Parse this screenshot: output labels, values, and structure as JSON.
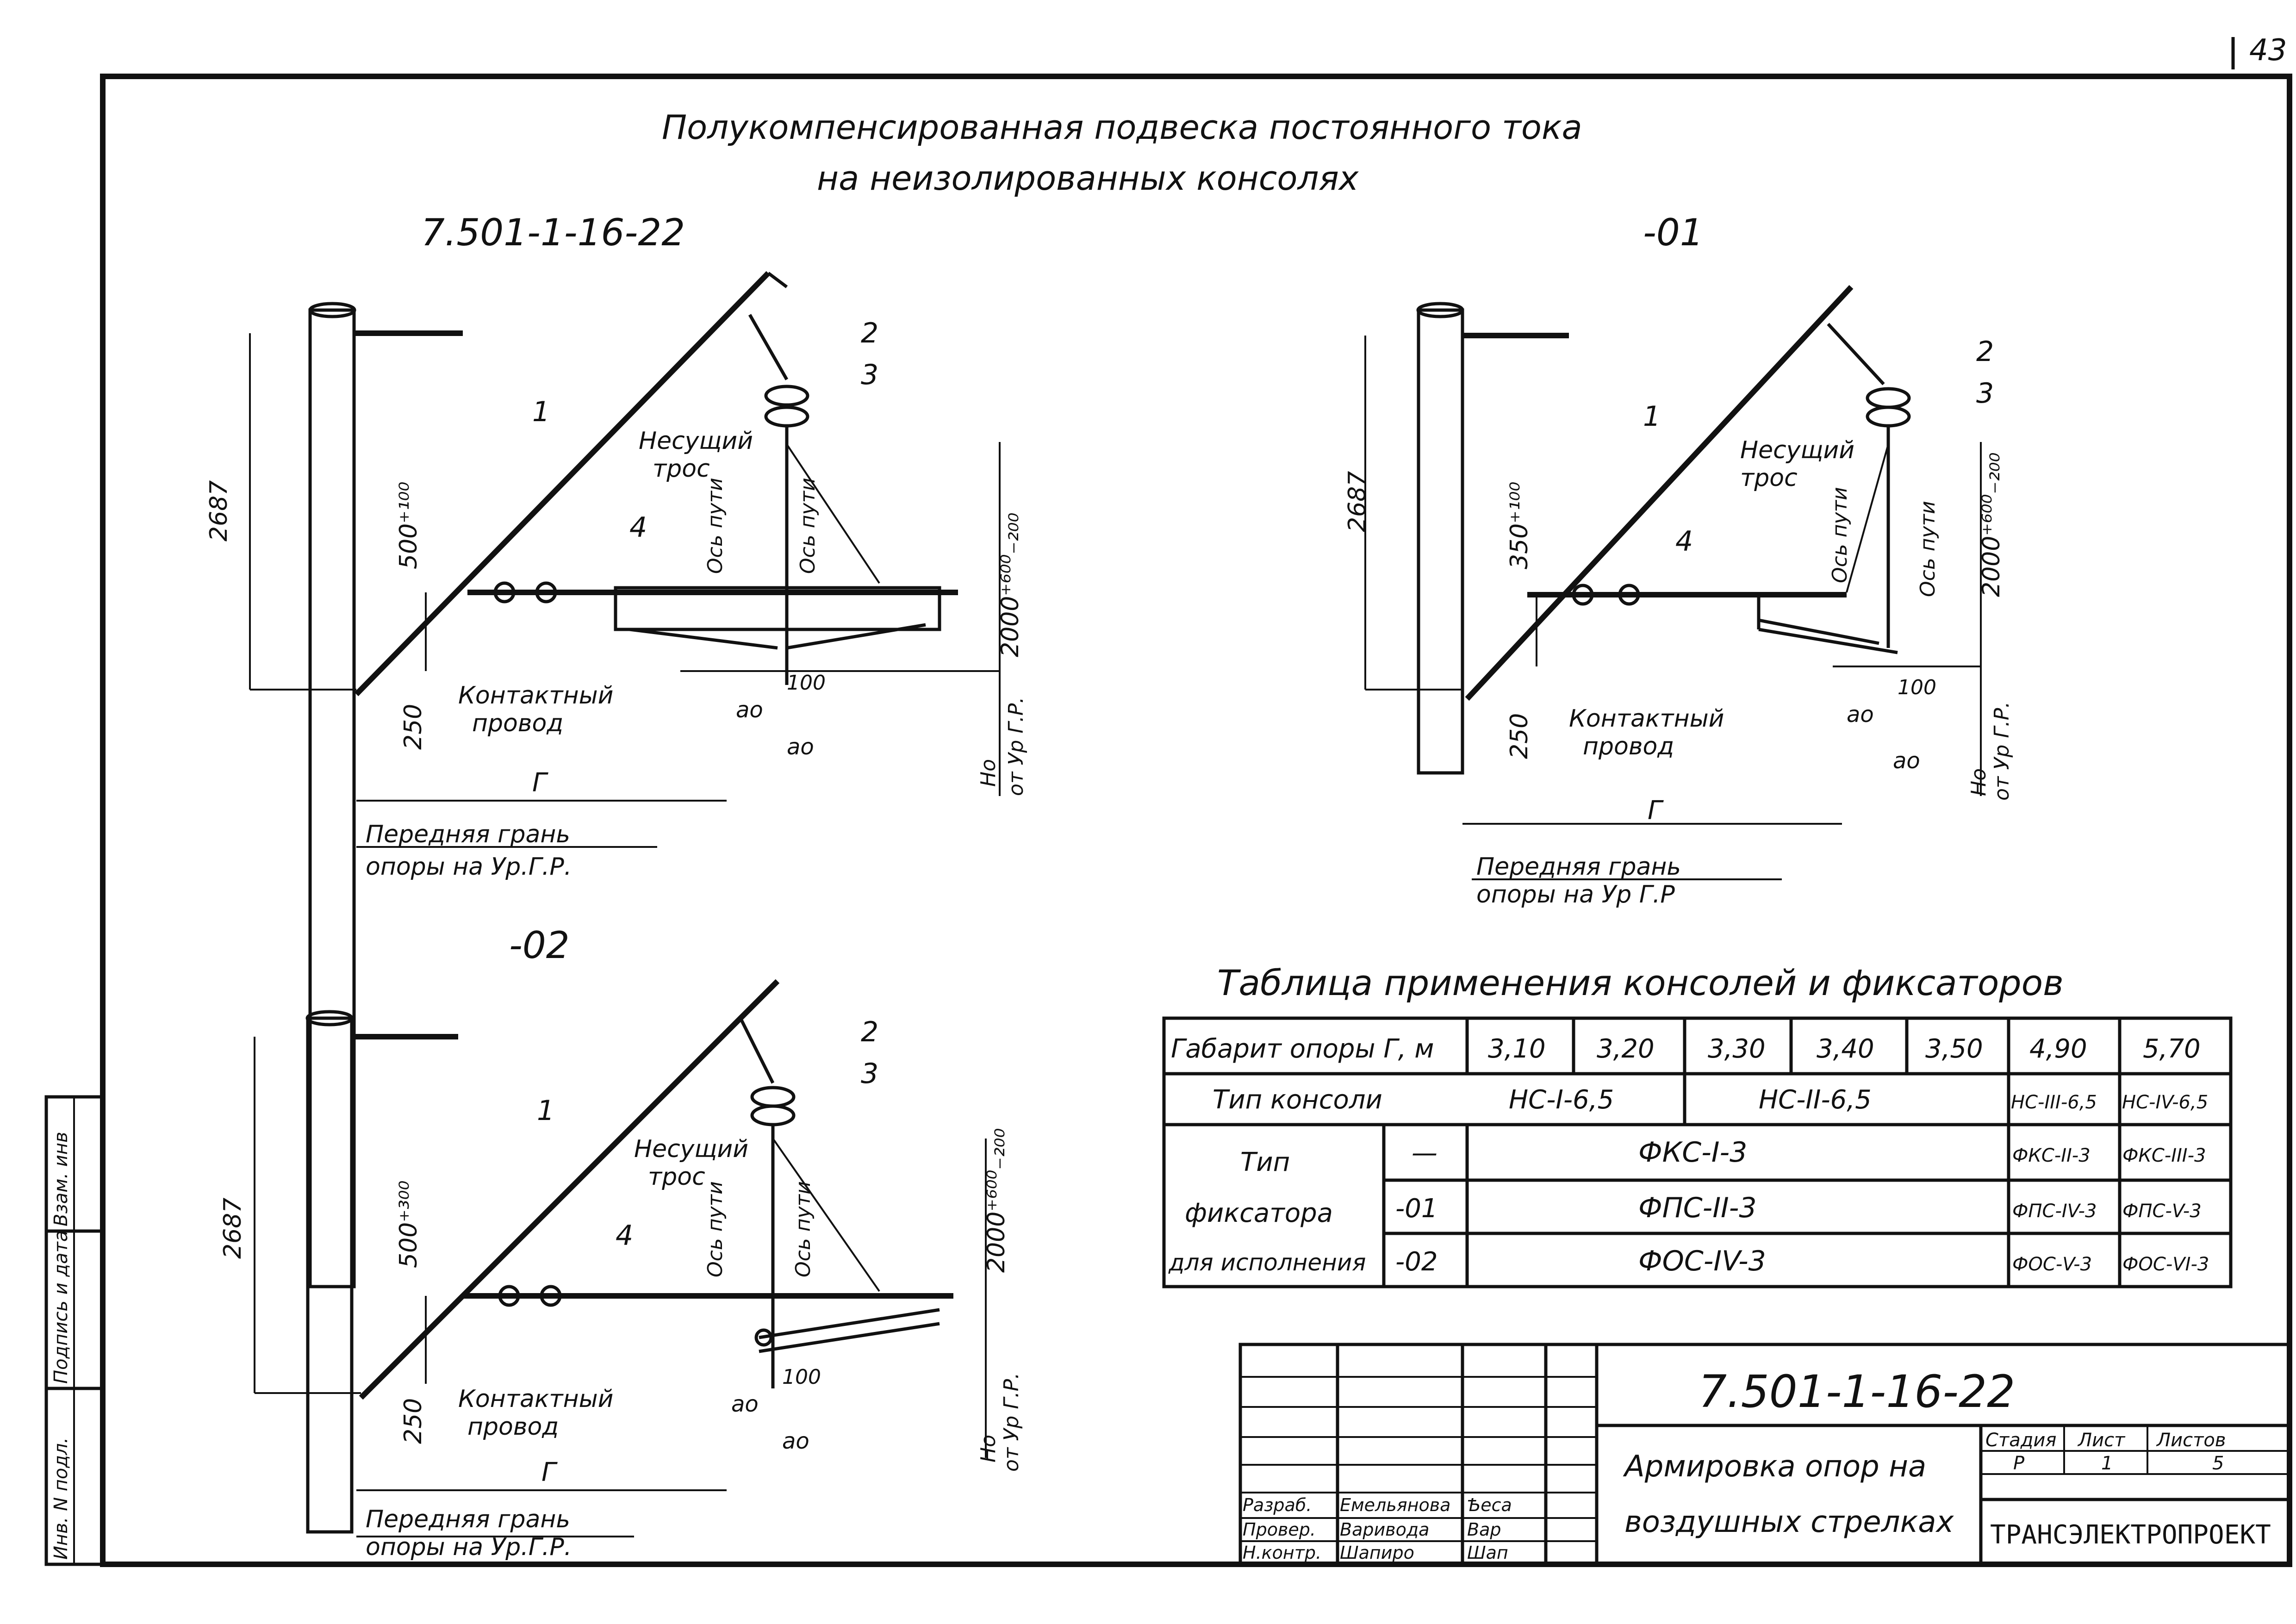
{
  "sheet_number": "43",
  "title_line1": "Полукомпенсированная подвеска постоянного тока",
  "title_line2": "на неизолированных консолях",
  "views": [
    {
      "designation": "7.501-1-16-22",
      "dim_height": "2687",
      "dim_offset": "500⁺¹⁰⁰",
      "dim_right": "2000⁺⁶⁰⁰₋₂₀₀",
      "dim_bottom": "250",
      "dim_small": "100",
      "dim_ao1": "ao",
      "dim_ao2": "ao",
      "dim_gamma": "Г",
      "label_1": "1",
      "label_2": "2",
      "label_3": "3",
      "label_4": "4",
      "carrier_line1": "Несущий",
      "carrier_line2": "трос",
      "axis_a": "Ось пути",
      "axis_b": "Ось пути",
      "contact_line1": "Контактный",
      "contact_line2": "провод",
      "ho_line1": "Но",
      "ho_line2": "от Ур Г.Р.",
      "face_line1": "Передняя грань",
      "face_line2": "опоры на Ур.Г.Р."
    },
    {
      "designation": "-01",
      "dim_height": "2687",
      "dim_offset": "350⁺¹⁰⁰",
      "dim_right": "2000⁺⁶⁰⁰₋₂₀₀",
      "dim_bottom": "250",
      "dim_small": "100",
      "dim_ao1": "ao",
      "dim_ao2": "ao",
      "dim_gamma": "Г",
      "label_1": "1",
      "label_2": "2",
      "label_3": "3",
      "label_4": "4",
      "carrier_line1": "Несущий",
      "carrier_line2": "трос",
      "axis_a": "Ось пути",
      "axis_b": "Ось пути",
      "contact_line1": "Контактный",
      "contact_line2": "провод",
      "ho_line1": "Но",
      "ho_line2": "от Ур Г.Р.",
      "face_line1": "Передняя грань",
      "face_line2": "опоры на Ур Г.Р"
    },
    {
      "designation": "-02",
      "dim_height": "2687",
      "dim_offset": "500⁺³⁰⁰",
      "dim_right": "2000⁺⁶⁰⁰₋₂₀₀",
      "dim_bottom": "250",
      "dim_small": "100",
      "dim_ao1": "ao",
      "dim_ao2": "ao",
      "dim_gamma": "Г",
      "label_1": "1",
      "label_2": "2",
      "label_3": "3",
      "label_4": "4",
      "carrier_line1": "Несущий",
      "carrier_line2": "трос",
      "axis_a": "Ось пути",
      "axis_b": "Ось пути",
      "contact_line1": "Контактный",
      "contact_line2": "провод",
      "ho_line1": "Но",
      "ho_line2": "от Ур Г.Р.",
      "face_line1": "Передняя грань",
      "face_line2": "опоры на Ур.Г.Р."
    }
  ],
  "table": {
    "title": "Таблица применения консолей и фиксаторов",
    "row_gabarit_label": "Габарит опоры Г, м",
    "gabarit_values": [
      "3,10",
      "3,20",
      "3,30",
      "3,40",
      "3,50",
      "4,90",
      "5,70"
    ],
    "row_console_label": "Тип консоли",
    "console_a": "НС-I-6,5",
    "console_b": "НС-II-6,5",
    "console_c": "НС-III-6,5",
    "console_d": "НС-IV-6,5",
    "fix_label_1": "Тип",
    "fix_label_2": "фиксатора",
    "fix_label_3": "для исполнения",
    "fix_rows": [
      {
        "variant": "—",
        "main": "ФКС-I-3",
        "c49": "ФКС-II-3",
        "c57": "ФКС-III-3"
      },
      {
        "variant": "-01",
        "main": "ФПС-II-3",
        "c49": "ФПС-IV-3",
        "c57": "ФПС-V-3"
      },
      {
        "variant": "-02",
        "main": "ФОС-IV-3",
        "c49": "ФОС-V-3",
        "c57": "ФОС-VI-3"
      }
    ]
  },
  "stamp": {
    "designation": "7.501-1-16-22",
    "name_line1": "Армировка опор на",
    "name_line2": "воздушных стрелках",
    "stage_header": "Стадия",
    "sheet_header": "Лист",
    "sheets_header": "Листов",
    "stage_value": "Р",
    "sheet_value": "1",
    "sheets_value": "5",
    "organization": "ТРАНСЭЛЕКТРОПРОЕКТ",
    "roles": [
      {
        "role": "Разраб.",
        "name": "Емельянова",
        "sign": "Ѣеса"
      },
      {
        "role": "Провер.",
        "name": "Вариводa",
        "sign": "Вар"
      },
      {
        "role": "Н.контр.",
        "name": "Шапиро",
        "sign": "Шап"
      }
    ]
  },
  "side_stamp": {
    "inv_podl": "Инв. N подл.",
    "podpis": "Подпись и дата",
    "vzam": "Взам. инв"
  }
}
